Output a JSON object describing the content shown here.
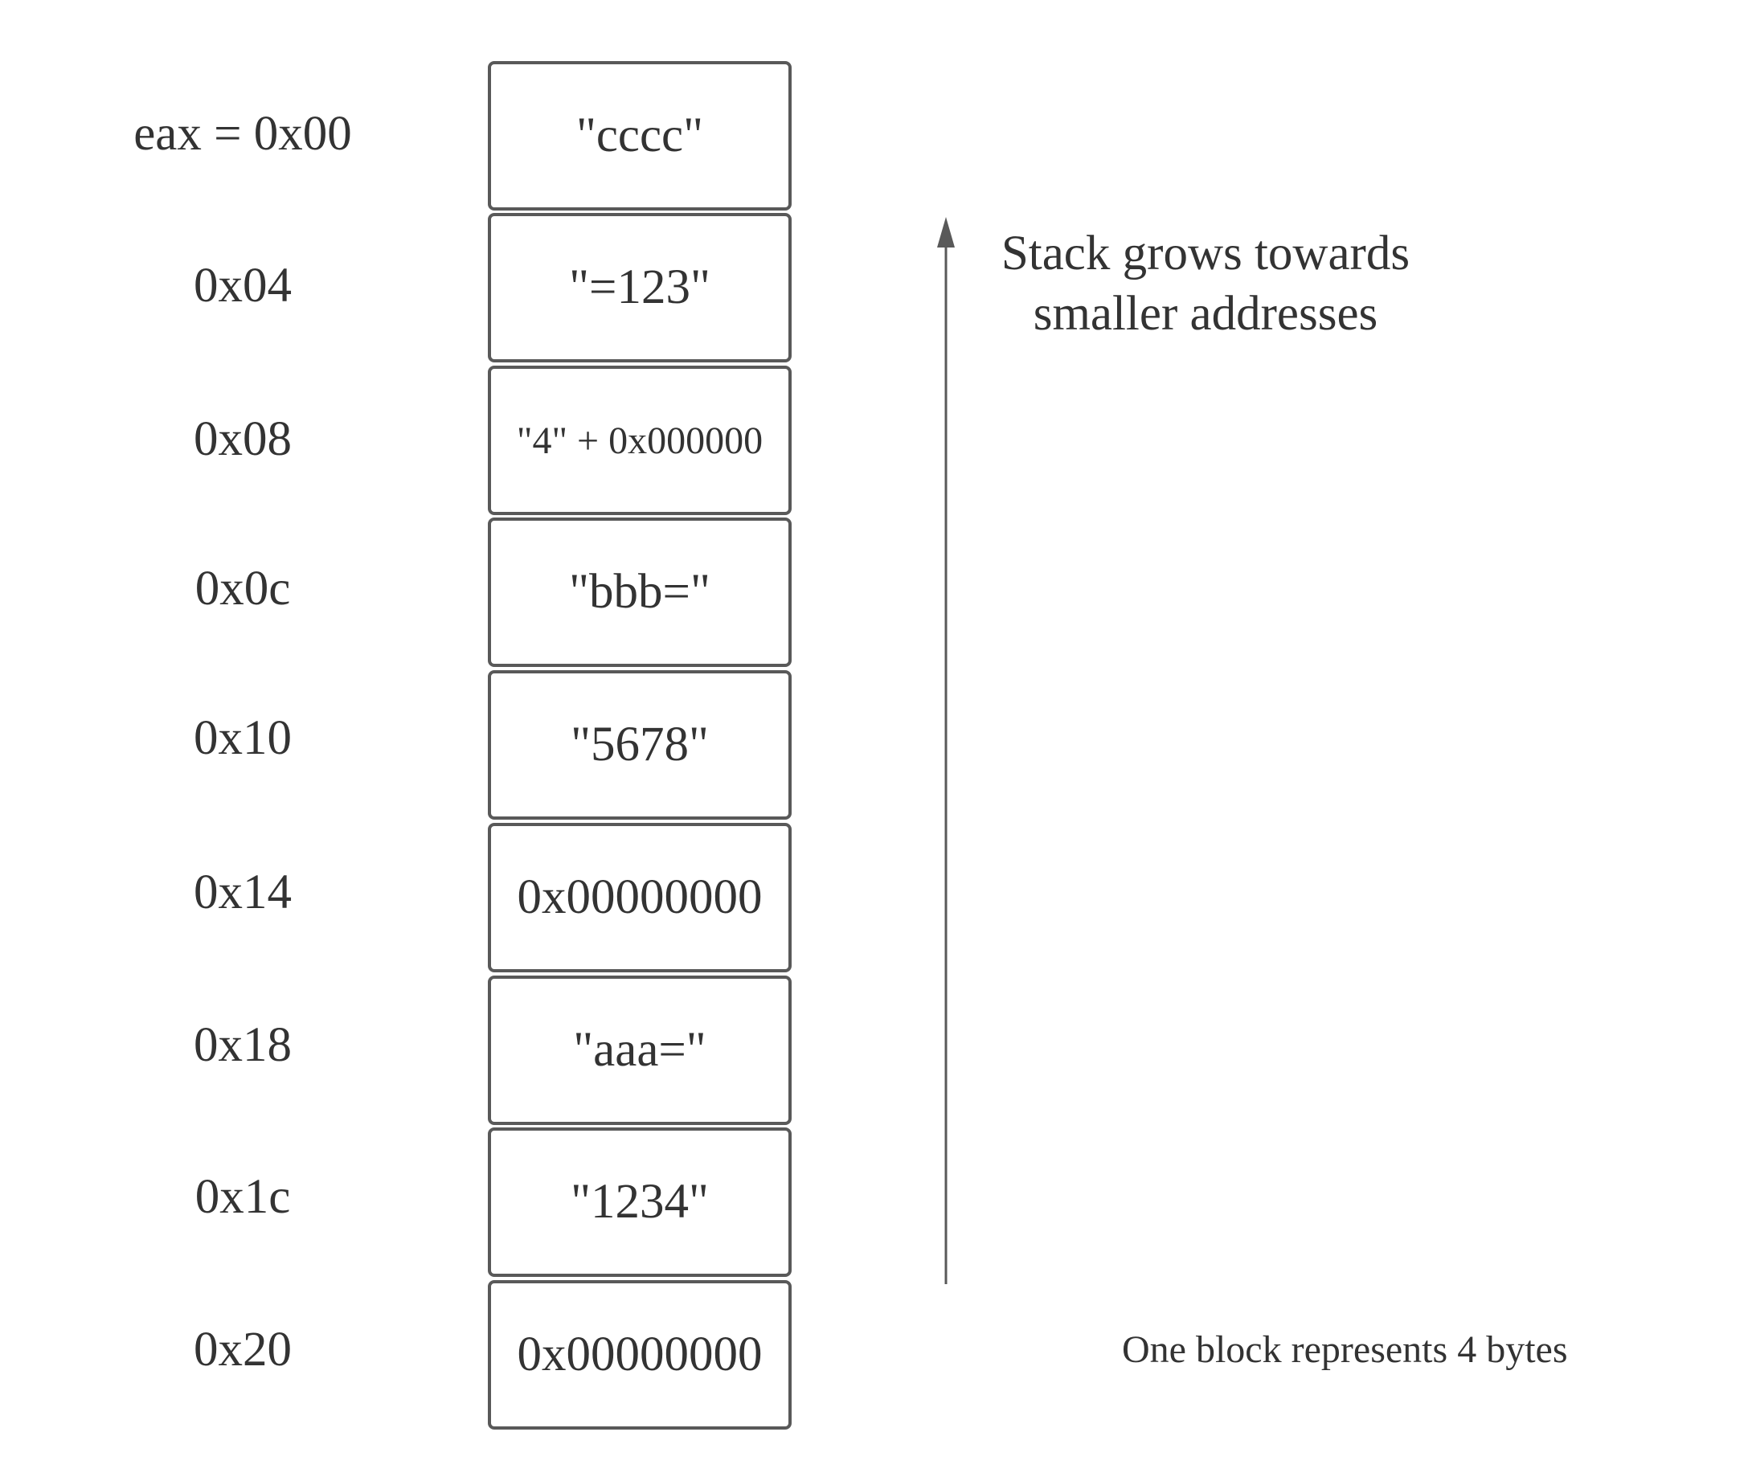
{
  "stack": {
    "addresses": [
      "eax = 0x00",
      "0x04",
      "0x08",
      "0x0c",
      "0x10",
      "0x14",
      "0x18",
      "0x1c",
      "0x20"
    ],
    "values": [
      "\"cccc\"",
      "\"=123\"",
      "\"4\" + 0x000000",
      "\"bbb=\"",
      "\"5678\"",
      "0x00000000",
      "\"aaa=\"",
      "\"1234\"",
      "0x00000000"
    ]
  },
  "growth": {
    "line1": "Stack grows towards",
    "line2": "smaller addresses"
  },
  "legend": {
    "block_note": "One block represents 4 bytes"
  },
  "colors": {
    "text": "#333333",
    "border": "#595959",
    "arrow": "#595959"
  }
}
